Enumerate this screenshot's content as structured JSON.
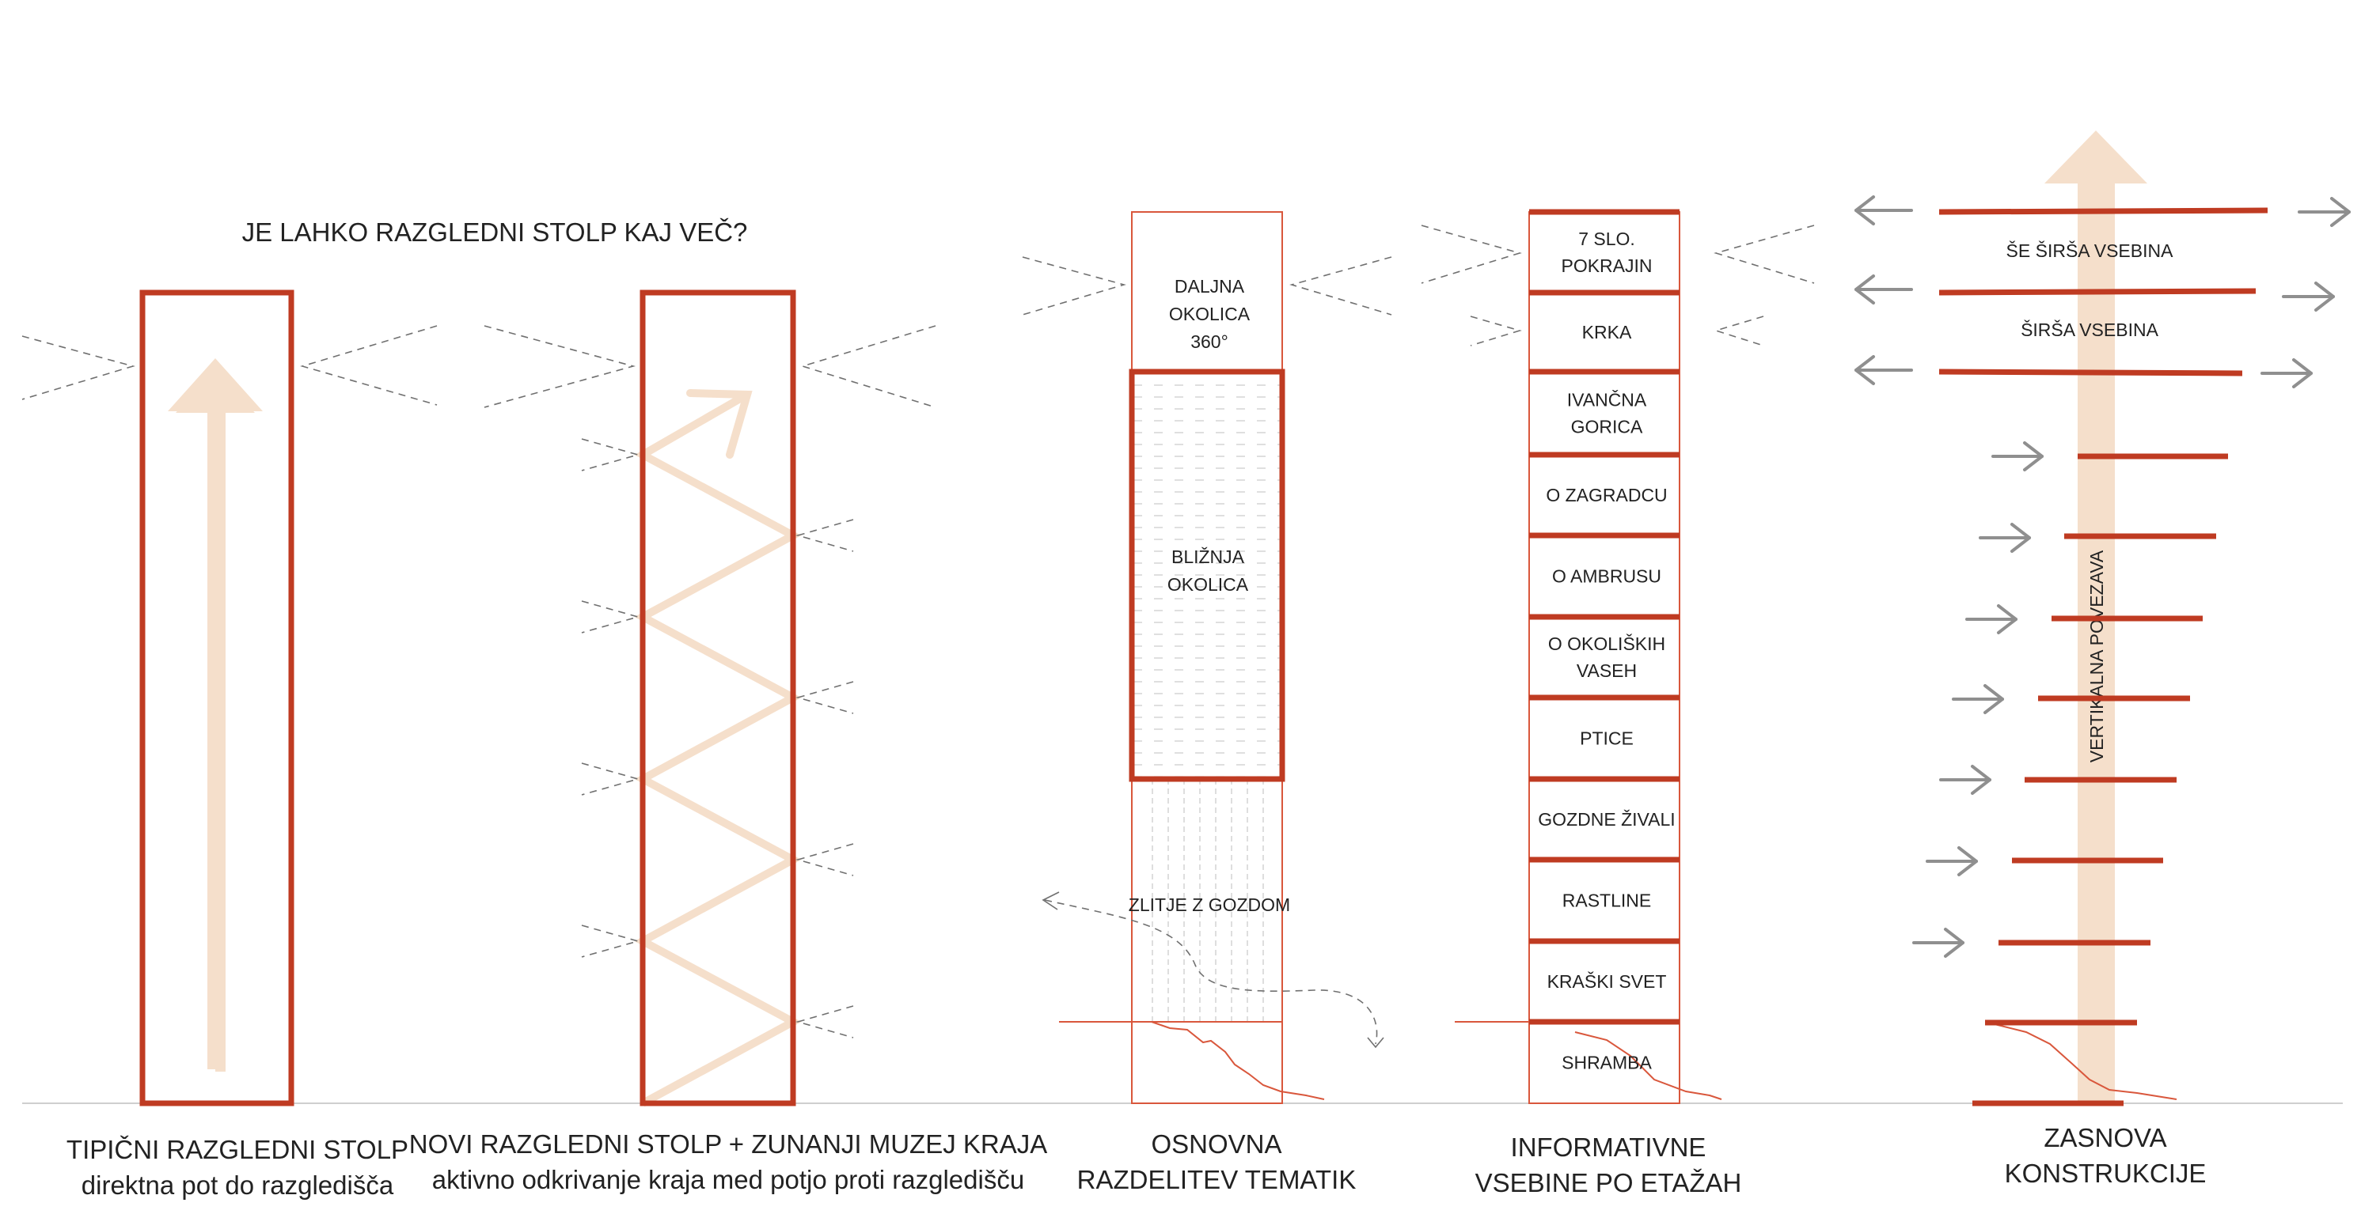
{
  "colors": {
    "tower": "#bf3b22",
    "path": "#f5dfcb",
    "sightline": "#707070",
    "grey_arrow": "#8f8f8f",
    "ground": "#cfcfcf"
  },
  "heading": "JE LAHKO RAZGLEDNI STOLP KAJ VEČ?",
  "diagrams": [
    {
      "caption_1": "TIPIČNI RAZGLEDNI STOLP",
      "caption_2": "direktna pot do razgledišča"
    },
    {
      "caption_1": "NOVI RAZGLEDNI STOLP + ZUNANJI MUZEJ KRAJA",
      "caption_2": "aktivno odkrivanje kraja med potjo proti razgledišču"
    },
    {
      "caption_1": "OSNOVNA",
      "caption_2": "RAZDELITEV TEMATIK",
      "zones": {
        "far_1": "DALJNA",
        "far_2": "OKOLICA",
        "far_3": "360°",
        "near_1": "BLIŽNJA",
        "near_2": "OKOLICA",
        "forest": "ZLITJE Z GOZDOM"
      }
    },
    {
      "caption_1": "INFORMATIVNE",
      "caption_2": "VSEBINE PO ETAŽAH",
      "floors": [
        {
          "l1": "7 SLO.",
          "l2": "POKRAJIN"
        },
        {
          "l1": "KRKA",
          "l2": ""
        },
        {
          "l1": "IVANČNA",
          "l2": "GORICA"
        },
        {
          "l1": "O ZAGRADCU",
          "l2": ""
        },
        {
          "l1": "O AMBRUSU",
          "l2": ""
        },
        {
          "l1": "O OKOLIŠKIH",
          "l2": "VASEH"
        },
        {
          "l1": "PTICE",
          "l2": ""
        },
        {
          "l1": "GOZDNE ŽIVALI",
          "l2": ""
        },
        {
          "l1": "RASTLINE",
          "l2": ""
        },
        {
          "l1": "KRAŠKI SVET",
          "l2": ""
        },
        {
          "l1": "SHRAMBA",
          "l2": ""
        }
      ]
    },
    {
      "caption_1": "ZASNOVA",
      "caption_2": "KONSTRUKCIJE",
      "band_top": "ŠE ŠIRŠA VSEBINA",
      "band_mid": "ŠIRŠA VSEBINA",
      "vertical": "VERTIKALNA POVEZAVA"
    }
  ]
}
